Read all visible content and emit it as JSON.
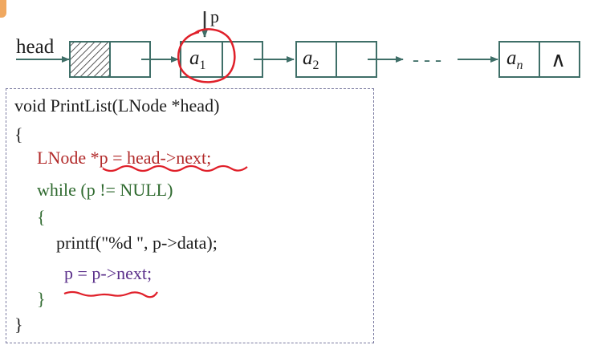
{
  "diagram": {
    "head_label": "head",
    "pointer_label": "p",
    "nodes": [
      {
        "letter": "a",
        "sub": "1"
      },
      {
        "letter": "a",
        "sub": "2"
      },
      {
        "letter": "a",
        "sub": "n"
      }
    ],
    "ellipsis": "- - -",
    "null_symbol": "∧"
  },
  "code": {
    "line1": "void PrintList(LNode *head)",
    "line2": "{",
    "line3": "LNode *p = head->next;",
    "line4": "while (p != NULL)",
    "line5": "{",
    "line6": "printf(\"%d \", p->data);",
    "line7": "p = p->next;",
    "line8": "}",
    "line9": "}"
  },
  "colors": {
    "box": "#3f6f68",
    "annotation": "#e0202a",
    "code_red": "#b22a2a",
    "code_green": "#2f6a2f",
    "code_purple": "#5a2f8a"
  }
}
